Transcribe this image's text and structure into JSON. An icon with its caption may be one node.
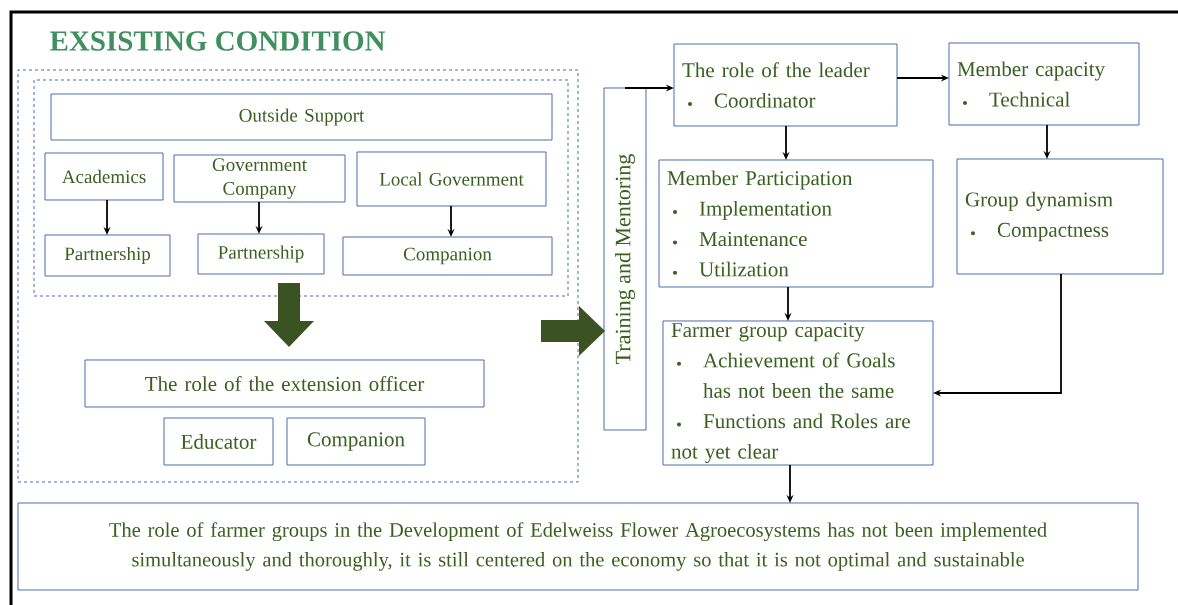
{
  "diagram": {
    "title": "EXSISTING CONDITION",
    "nodes": [
      {
        "text": [],
        "shape": "box"
      },
      {
        "text": [],
        "shape": "box",
        "in": 0
      },
      {
        "text": [
          "Outside Support"
        ],
        "in": 1
      },
      {
        "text": [
          "Academics"
        ],
        "in": 1
      },
      {
        "text": [
          "Government Company"
        ],
        "in": 1
      },
      {
        "text": [
          "Local Government"
        ],
        "in": 1
      },
      {
        "text": [
          "Partnership"
        ],
        "in": 1
      },
      {
        "text": [
          "Partnership"
        ],
        "in": 1
      },
      {
        "text": [
          "Companion"
        ],
        "in": 1
      },
      {
        "text": [
          "The role of the extension officer"
        ],
        "in": 0
      },
      {
        "text": [
          "Educator"
        ],
        "in": 0
      },
      {
        "text": [
          "Companion"
        ],
        "in": 0
      },
      {
        "text": [
          "Training and Mentoring"
        ]
      },
      {
        "text": [
          "The role of the leader",
          "Coordinator"
        ]
      },
      {
        "text": [
          "Member capacity",
          "Technical"
        ]
      },
      {
        "text": [
          "Member Participation",
          "Implementation",
          "Maintenance",
          "Utilization"
        ]
      },
      {
        "text": [
          "Group dynamism",
          "Compactness"
        ]
      },
      {
        "text": [
          "Farmer group capacity",
          "Achievement of Goals has not been the same",
          "Functions and Roles are not yet clear"
        ]
      },
      {
        "text": [
          "The role of farmer groups in the Development of Edelweiss Flower Agroecosystems has not been implemented simultaneously and thoroughly, it is still centered on the economy so that it is not optimal and sustainable"
        ]
      }
    ],
    "edges": [
      {
        "from": 3,
        "to": 6,
        "arrow": "to"
      },
      {
        "from": 4,
        "to": 7,
        "arrow": "to"
      },
      {
        "from": 5,
        "to": 8,
        "arrow": "to"
      },
      {
        "from": 1,
        "to": 9,
        "arrow": "to",
        "style": "thick",
        "color": "#3b5323"
      },
      {
        "from": 0,
        "to": 12,
        "arrow": "to",
        "style": "thick",
        "color": "#3b5323"
      },
      {
        "from": 12,
        "to": 13,
        "arrow": "to"
      },
      {
        "from": 13,
        "to": 14,
        "arrow": "to"
      },
      {
        "from": 13,
        "to": 15,
        "arrow": "to"
      },
      {
        "from": 14,
        "to": 16,
        "arrow": "to"
      },
      {
        "from": 15,
        "to": 17,
        "arrow": "to"
      },
      {
        "from": 16,
        "to": 17,
        "arrow": "to"
      },
      {
        "from": 17,
        "to": 18,
        "arrow": "to"
      }
    ]
  }
}
